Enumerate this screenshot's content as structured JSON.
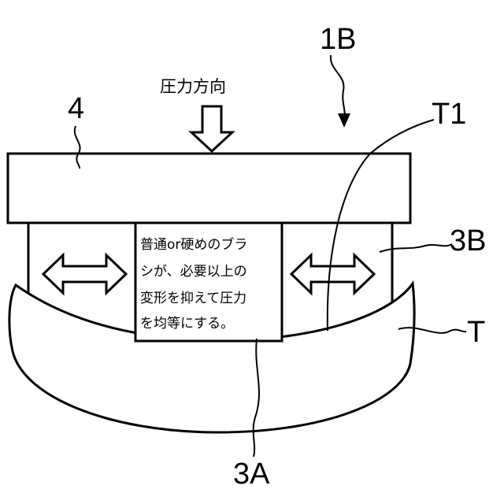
{
  "labels": {
    "figure_ref": "1B",
    "member_4": "4",
    "t1": "T1",
    "b3": "3B",
    "t": "T",
    "a3": "3A"
  },
  "pressure_direction": "圧力方向",
  "center_note": {
    "lines": [
      "普通or硬めのブラ",
      "シが、必要以上の",
      "変形を抑えて圧力",
      "を均等にする。"
    ]
  }
}
